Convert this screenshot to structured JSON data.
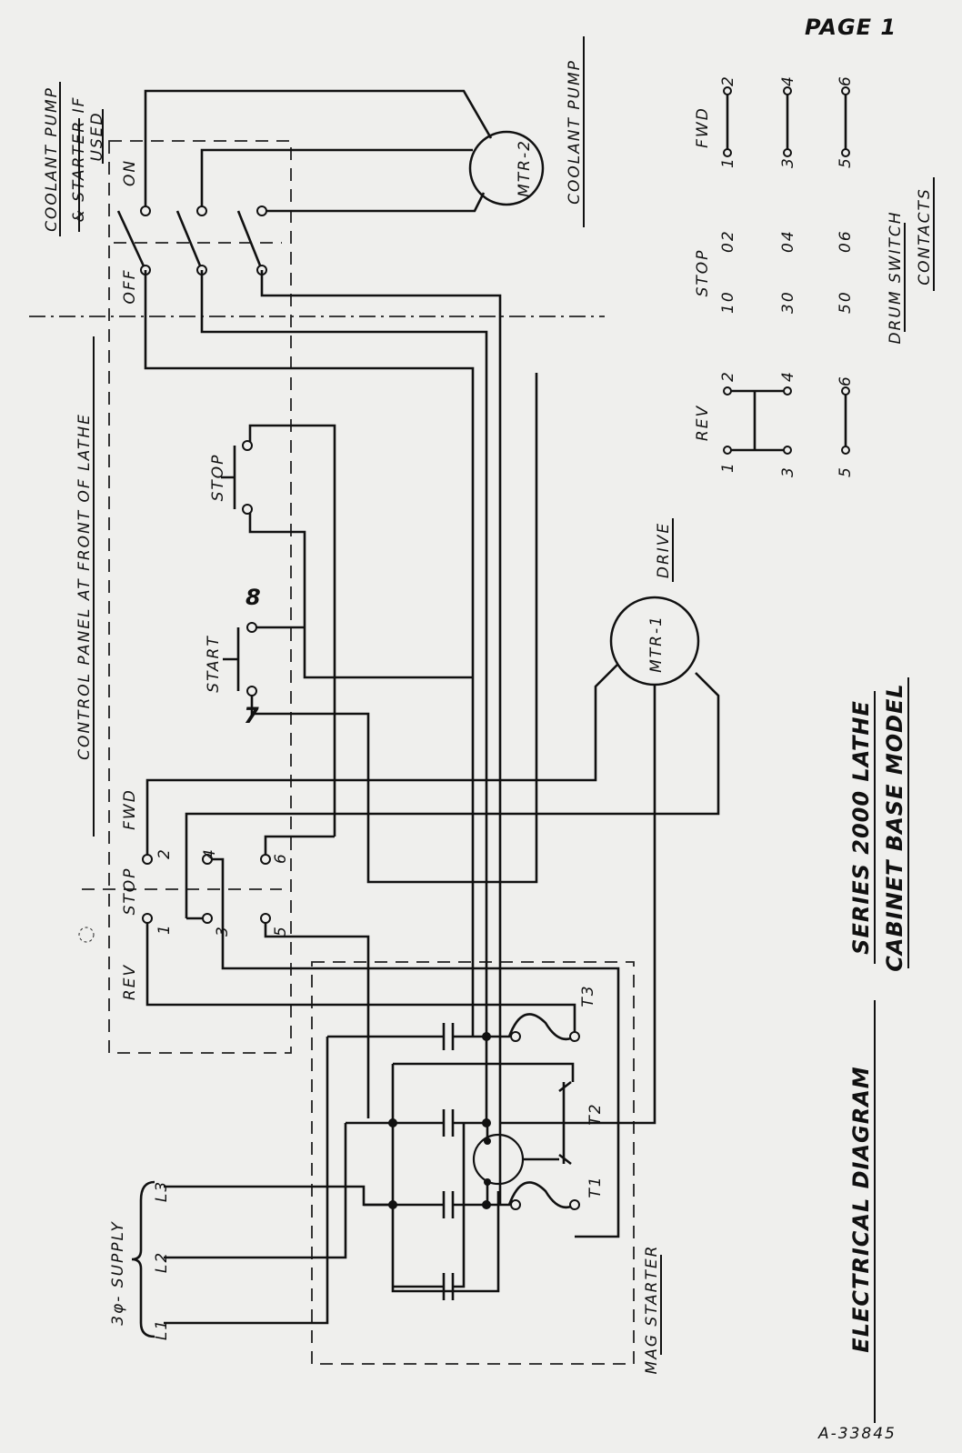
{
  "page_label": "PAGE 1",
  "drawing_number": "A-33845",
  "title": {
    "line1": "ELECTRICAL DIAGRAM",
    "line2": "SERIES 2000 LATHE",
    "line3": "CABINET BASE MODEL"
  },
  "coolant_starter": {
    "line1": "COOLANT PUMP",
    "line2": "& STARTER IF",
    "line3": "USED",
    "off": "OFF",
    "on": "ON"
  },
  "mtr2": {
    "label": "MTR-2",
    "caption": "COOLANT PUMP"
  },
  "mtr1": {
    "label": "MTR-1",
    "caption": "DRIVE"
  },
  "control_panel": "CONTROL PANEL AT FRONT OF LATHE",
  "stop_button": "STOP",
  "start_button": {
    "label": "START",
    "t7": "7",
    "t8": "8"
  },
  "drum_switch": {
    "rev": "REV",
    "stop": "STOP",
    "fwd": "FWD",
    "t1": "1",
    "t2": "2",
    "t3": "3",
    "t4": "4",
    "t5": "5",
    "t6": "6"
  },
  "starter": {
    "t1": "T1",
    "t2": "T2",
    "t3": "T3",
    "label": "MAG STARTER"
  },
  "supply": {
    "label": "3φ- SUPPLY",
    "l1": "L1",
    "l2": "L2",
    "l3": "L3"
  },
  "contacts_table": {
    "rev": "REV",
    "stop": "STOP",
    "fwd": "FWD",
    "rev_cells": [
      "1",
      "2",
      "3",
      "4",
      "5",
      "6"
    ],
    "stop_cells": [
      "10",
      "02",
      "30",
      "04",
      "50",
      "06"
    ],
    "fwd_cells": [
      "1",
      "2",
      "3",
      "4",
      "5",
      "6"
    ],
    "title1": "DRUM SWITCH",
    "title2": "CONTACTS"
  }
}
